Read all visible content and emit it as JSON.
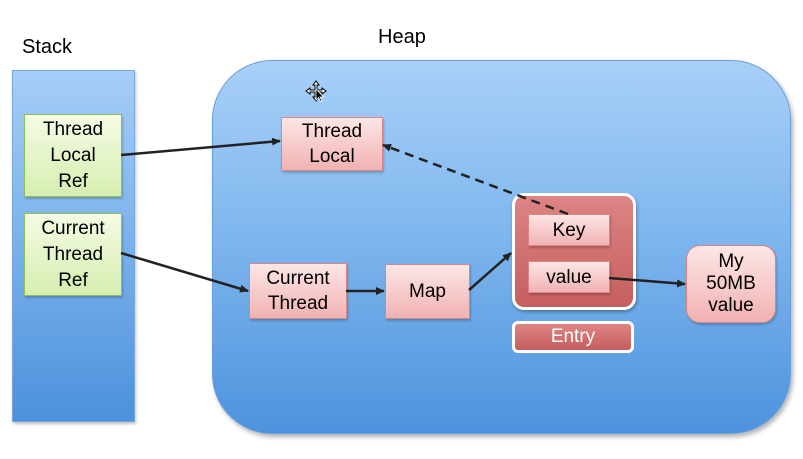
{
  "labels": {
    "stack": "Stack",
    "heap": "Heap"
  },
  "stack": {
    "threadlocal_ref": "Thread\nLocal\nRef",
    "currentthread_ref": "Current\nThread\nRef"
  },
  "heap": {
    "threadlocal": "Thread\nLocal",
    "currentthread": "Current\nThread",
    "map": "Map",
    "key": "Key",
    "value": "value",
    "entry": "Entry",
    "my_value": "My\n50MB\nvalue"
  },
  "colors": {
    "blue_region": "#80b7ee",
    "green_box": "#d6eeb0",
    "pink_box": "#f1b2b2",
    "entry_red": "#c65e5e",
    "arrow": "#222222"
  },
  "icons": {
    "cursor": "move-cursor-icon"
  }
}
